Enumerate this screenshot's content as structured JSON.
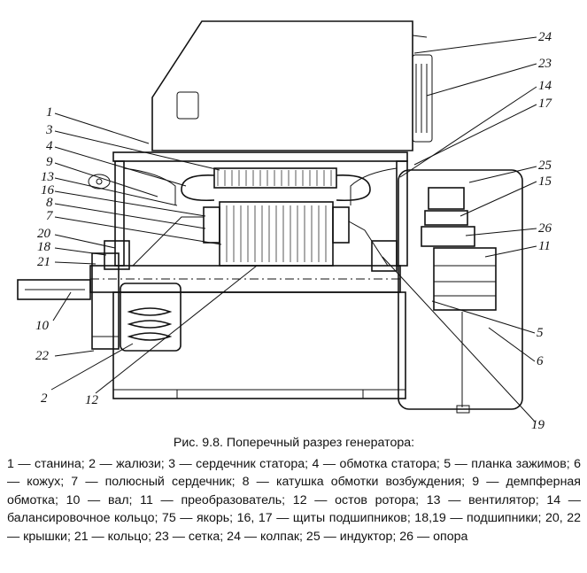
{
  "callouts": [
    "1",
    "2",
    "3",
    "4",
    "5",
    "6",
    "7",
    "8",
    "9",
    "10",
    "11",
    "12",
    "13",
    "14",
    "15",
    "16",
    "17",
    "18",
    "19",
    "20",
    "21",
    "22",
    "23",
    "24",
    "25",
    "26"
  ],
  "caption": {
    "title": "Рис. 9.8. Поперечный разрез генератора:",
    "legend": "1 — станина; 2 — жалюзи; 3 — сердечник статора; 4 — обмотка статора; 5 — планка зажимов; 6 — кожух; 7 — полюсный сердечник; 8 — катушка обмотки возбуждения; 9 — демпферная обмотка; 10 — вал; 11 — преобразователь; 12 — остов ротора; 13 — вентилятор; 14 — балансировочное кольцо; 75 — якорь; 16, 17 — щиты подшипников; 18,19 — подшипники; 20, 22 — крышки; 21 — кольцо; 23 — сетка; 24 — колпак; 25 — индуктор; 26 — опора"
  }
}
